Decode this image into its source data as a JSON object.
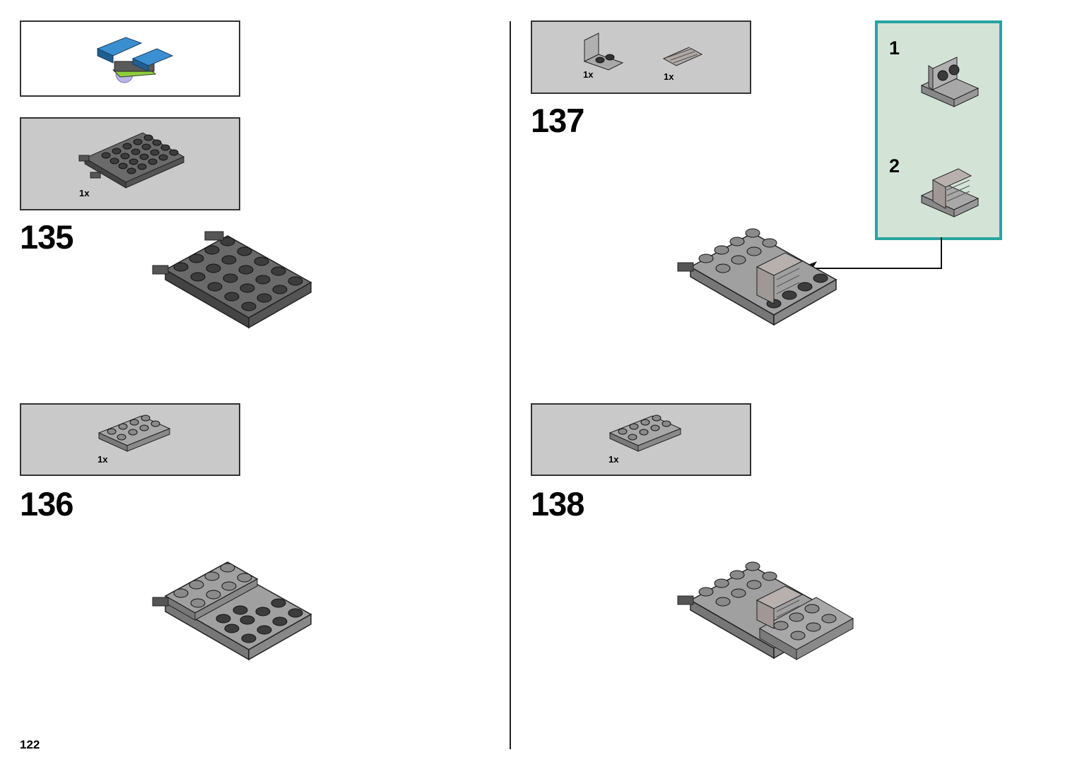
{
  "page": {
    "number": "122"
  },
  "preview": {
    "name": "submodel-preview"
  },
  "steps": [
    {
      "number": "135",
      "parts": [
        {
          "qty": "1x"
        }
      ]
    },
    {
      "number": "136",
      "parts": [
        {
          "qty": "1x"
        }
      ]
    },
    {
      "number": "137",
      "parts": [
        {
          "qty": "1x"
        },
        {
          "qty": "1x"
        }
      ]
    },
    {
      "number": "138",
      "parts": [
        {
          "qty": "1x"
        }
      ]
    }
  ],
  "substeps": [
    {
      "number": "1"
    },
    {
      "number": "2"
    }
  ],
  "colors": {
    "parts_bg": "#c8c9c8",
    "sub_panel_bg": "#d3e3d6",
    "sub_panel_border": "#27a4a0",
    "dark_gray": "#5a5a5a",
    "light_gray": "#a0a0a0",
    "blue": "#3a8fd0",
    "lime": "#8fcf3a"
  }
}
